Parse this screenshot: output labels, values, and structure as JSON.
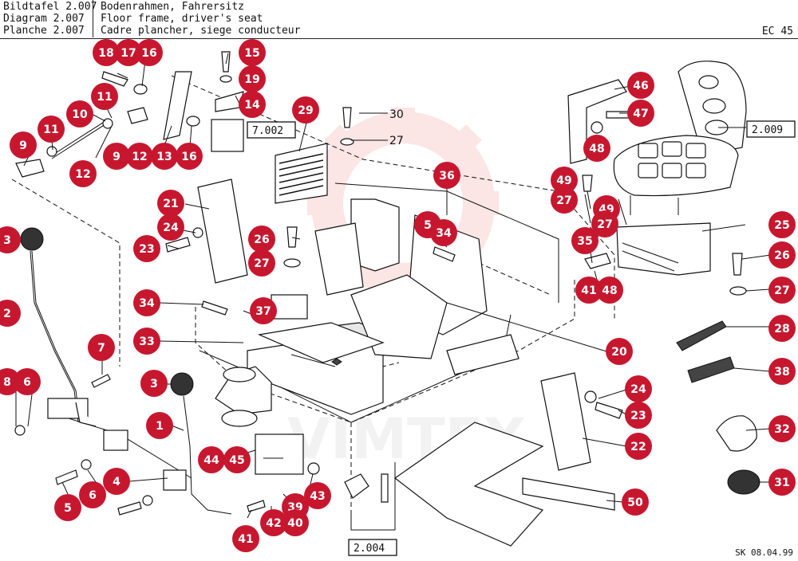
{
  "header": {
    "rows": [
      {
        "label": "Bildtafel 2.007",
        "desc": "Bodenrahmen, Fahrersitz"
      },
      {
        "label": "Diagram 2.007",
        "desc": "Floor frame, driver's seat"
      },
      {
        "label": "Planche 2.007",
        "desc": "Cadre plancher, siege conducteur"
      }
    ],
    "model": "EC 45"
  },
  "footer_code": "SK 08.04.99",
  "colors": {
    "callout": "#c7172f",
    "watermark": "#f4b6b6"
  },
  "watermark_text": "VIMTEX",
  "references": {
    "r7002": "7.002",
    "r2009": "2.009",
    "r2004": "2.004"
  },
  "plain_labels": {
    "p30": "30",
    "p27": "27"
  },
  "callouts": {
    "c18": "18",
    "c17": "17",
    "c16a": "16",
    "c15": "15",
    "c19": "19",
    "c14": "14",
    "c11a": "11",
    "c10": "10",
    "c11b": "11",
    "c9a": "9",
    "c9b": "9",
    "c12a": "12",
    "c12b": "12",
    "c13": "13",
    "c16b": "16",
    "c29": "29",
    "c46": "46",
    "c47": "47",
    "c48a": "48",
    "c21": "21",
    "c24a": "24",
    "c23a": "23",
    "c26a": "26",
    "c27a": "27",
    "c36": "36",
    "c5a": "5",
    "c34a": "34",
    "c49a": "49",
    "c27b": "27",
    "c49b": "49",
    "c27c": "27",
    "c25": "25",
    "c35": "35",
    "c41a": "41",
    "c48b": "48",
    "c26b": "26",
    "c27d": "27",
    "c3a": "3",
    "c2": "2",
    "c34b": "34",
    "c37": "37",
    "c33": "33",
    "c28": "28",
    "c20": "20",
    "c7": "7",
    "c38": "38",
    "c8": "8",
    "c6a": "6",
    "c3b": "3",
    "c24b": "24",
    "c23b": "23",
    "c1": "1",
    "c32": "32",
    "c22": "22",
    "c44": "44",
    "c45": "45",
    "c31": "31",
    "c4": "4",
    "c5b": "5",
    "c6b": "6",
    "c43": "43",
    "c39": "39",
    "c50": "50",
    "c41b": "41",
    "c42": "42",
    "c40": "40"
  }
}
